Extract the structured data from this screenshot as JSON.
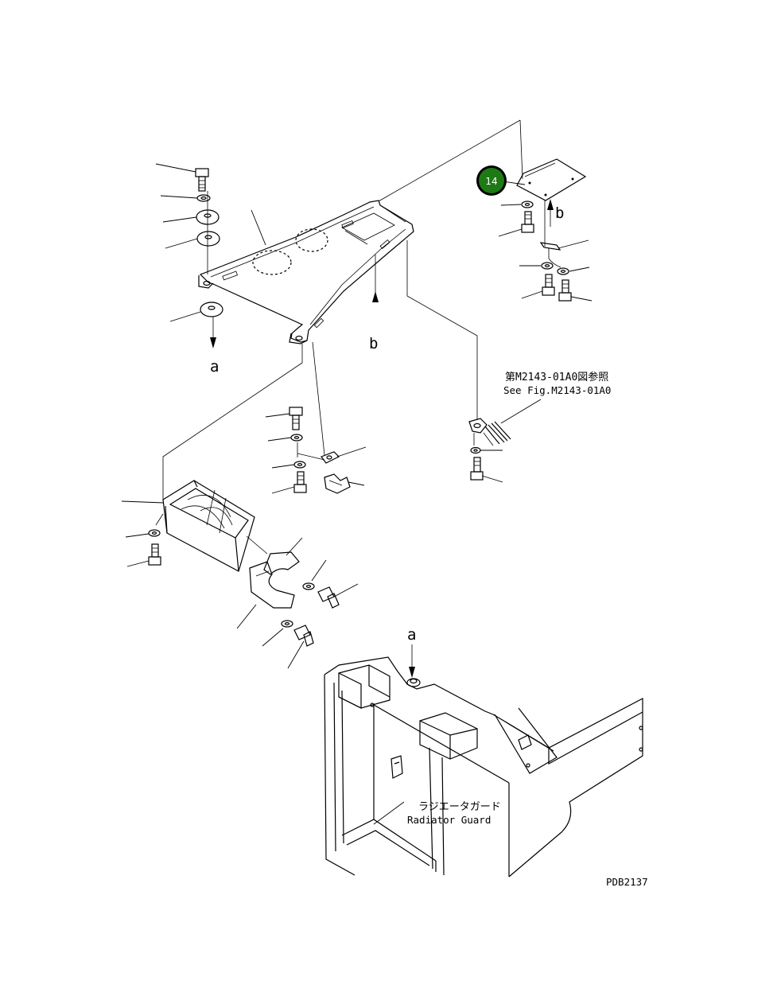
{
  "diagram": {
    "labels": {
      "a_top": "a",
      "a_bottom": "a",
      "b_left": "b",
      "b_right": "b"
    },
    "reference": {
      "jp": "第M2143-01A0図参照",
      "en": "See Fig.M2143-01A0"
    },
    "radiator": {
      "jp": "ラジエータガード",
      "en": "Radiator Guard"
    },
    "drawing_code": "PDB2137",
    "callout": {
      "number": "14",
      "color": "#1e7a14"
    }
  }
}
